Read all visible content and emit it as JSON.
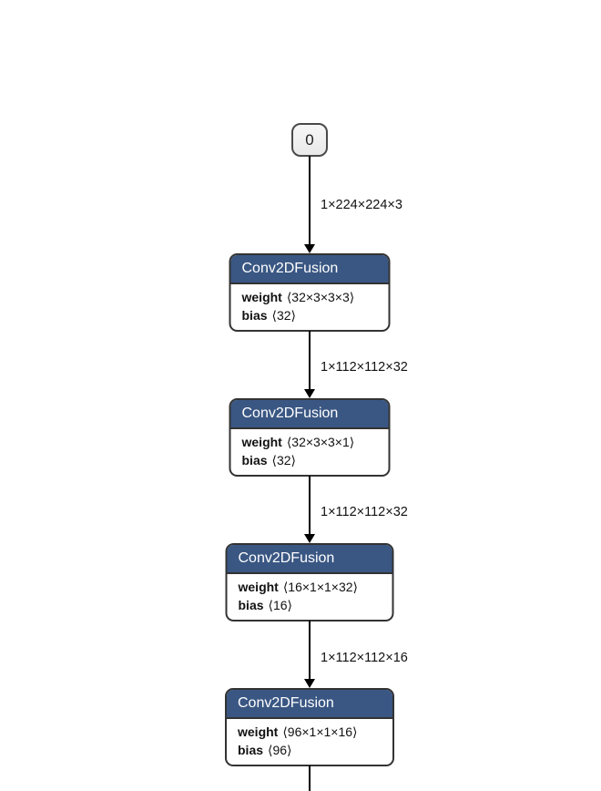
{
  "graph": {
    "input_node": {
      "label": "0"
    },
    "edges": [
      {
        "label": "1×224×224×3"
      },
      {
        "label": "1×112×112×32"
      },
      {
        "label": "1×112×112×32"
      },
      {
        "label": "1×112×112×16"
      }
    ],
    "nodes": [
      {
        "title": "Conv2DFusion",
        "params": [
          {
            "name": "weight",
            "value": "⟨32×3×3×3⟩"
          },
          {
            "name": "bias",
            "value": "⟨32⟩"
          }
        ]
      },
      {
        "title": "Conv2DFusion",
        "params": [
          {
            "name": "weight",
            "value": "⟨32×3×3×1⟩"
          },
          {
            "name": "bias",
            "value": "⟨32⟩"
          }
        ]
      },
      {
        "title": "Conv2DFusion",
        "params": [
          {
            "name": "weight",
            "value": "⟨16×1×1×32⟩"
          },
          {
            "name": "bias",
            "value": "⟨16⟩"
          }
        ]
      },
      {
        "title": "Conv2DFusion",
        "params": [
          {
            "name": "weight",
            "value": "⟨96×1×1×16⟩"
          },
          {
            "name": "bias",
            "value": "⟨96⟩"
          }
        ]
      }
    ]
  },
  "colors": {
    "node_header_bg": "#3a5783",
    "node_border": "#333333",
    "node_body_bg": "#ffffff",
    "edge_color": "#000000",
    "input_node_bg": "#e9e9e9",
    "input_node_border": "#4a4a4a"
  }
}
